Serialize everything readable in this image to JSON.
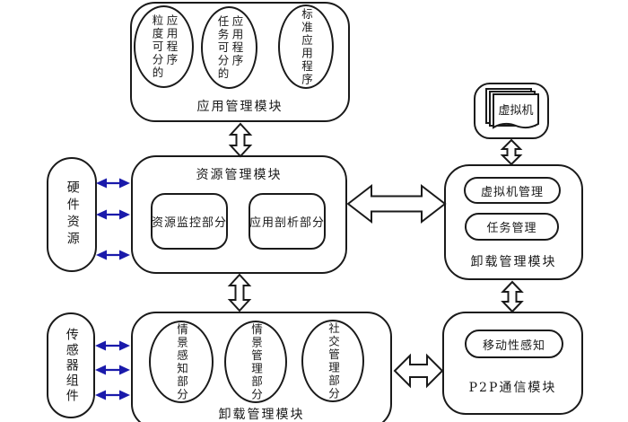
{
  "colors": {
    "stroke": "#1a1a1a",
    "blue_arrow": "#1a1aab",
    "background": "#ffffff"
  },
  "app_module": {
    "label": "应用管理模块",
    "ellipse1": {
      "col_right": "应用程序",
      "col_left": "粒度可分的"
    },
    "ellipse2": {
      "col_right": "应用程序",
      "col_left": "任务可分的"
    },
    "ellipse3": {
      "col_right": "标准应用程序"
    }
  },
  "hardware_resource": {
    "label": "硬件资源"
  },
  "resource_module": {
    "label": "资源管理模块",
    "box1": "资源监控部分",
    "box2": "应用剖析部分"
  },
  "vm_box": {
    "label": "虚拟机"
  },
  "offload_module": {
    "label": "卸载管理模块",
    "item1": "虚拟机管理",
    "item2": "任务管理"
  },
  "sensor_component": {
    "label": "传感器组件"
  },
  "context_module": {
    "label": "卸载管理模块",
    "ellipse1": "情景感知部分",
    "ellipse2": "情景管理部分",
    "ellipse3": "社交管理部分"
  },
  "p2p_module": {
    "label": "P2P通信模块",
    "item1": "移动性感知"
  }
}
